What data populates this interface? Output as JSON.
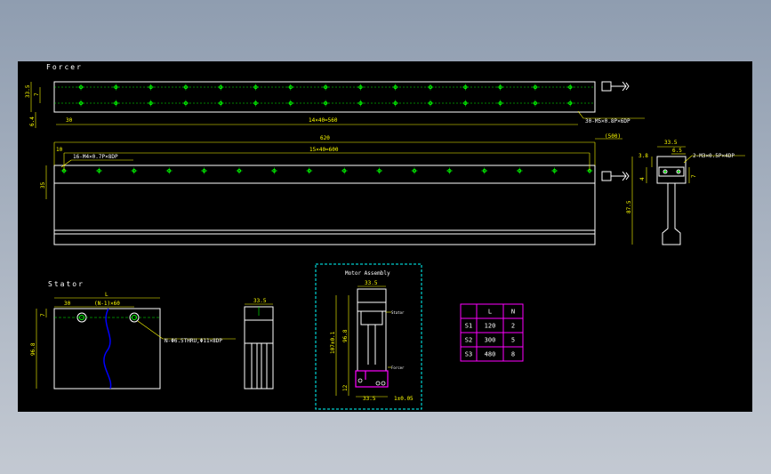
{
  "drawing": {
    "background": "#000000",
    "line_color": "#ffffff",
    "dim_color": "#ffff00",
    "hole_color": "#00ff00",
    "accent_color": "#ff00ff",
    "cable_color": "#0000ff",
    "frame_color": "#00ffff"
  },
  "labels": {
    "forcer": "Forcer",
    "stator": "Stator",
    "motor_assembly": "Motor Assembly",
    "stator_tag": "Stator",
    "forcer_tag": "Forcer"
  },
  "forcer_top": {
    "dim_33_5": "33.5",
    "dim_7": "7",
    "dim_6_4": "6.4",
    "dim_30": "30",
    "dim_pitch": "14×40=560",
    "callout": "30-M5×0.8P×6DP"
  },
  "forcer_side": {
    "dim_620": "620",
    "dim_500": "(500)",
    "dim_10": "10",
    "dim_pitch": "15×40=600",
    "callout": "16-M4×0.7P×8DP",
    "dim_35": "35"
  },
  "end_view": {
    "dim_33_5": "33.5",
    "dim_6_5": "6.5",
    "callout": "2-M3×0.5P×4DP",
    "dim_3_8": "3.8",
    "dim_4": "4",
    "dim_7": "7",
    "dim_87_5": "87.5"
  },
  "stator": {
    "dim_30": "30",
    "dim_l": "L",
    "dim_pitch": "(N-1)×60",
    "dim_7": "7",
    "dim_96_8": "96.8",
    "callout": "N-Φ6.5THRU,Φ11×8DP"
  },
  "stator_end": {
    "dim_33_5": "33.5"
  },
  "assembly": {
    "dim_33_5_top": "33.5",
    "dim_96_8": "96.8",
    "dim_height": "107±0.1",
    "dim_12": "12",
    "dim_33_5_bottom": "33.5",
    "dim_gap": "1±0.05"
  },
  "table": {
    "headers": [
      "",
      "L",
      "N"
    ],
    "rows": [
      [
        "S1",
        "120",
        "2"
      ],
      [
        "S2",
        "300",
        "5"
      ],
      [
        "S3",
        "480",
        "8"
      ]
    ]
  }
}
